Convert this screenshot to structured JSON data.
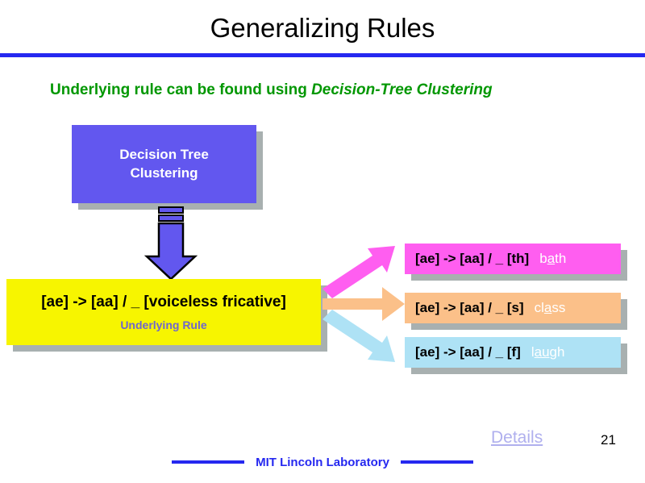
{
  "slide": {
    "title": "Generalizing Rules",
    "page_number": "21",
    "accent_color": "#2528f0"
  },
  "subtitle": {
    "lead": "Underlying rule can be found using ",
    "emphasis": "Decision-Tree Clustering",
    "color": "#009700"
  },
  "decision_tree_box": {
    "label": "Decision Tree\nClustering",
    "fill": "#6257ef",
    "text_color": "#ffffff"
  },
  "down_arrow": {
    "name": "striped-down-arrow",
    "fill": "#6257ef",
    "stroke": "#000000"
  },
  "underlying_rule_box": {
    "rule": "[ae] -> [aa] / _ [voiceless fricative]",
    "caption": "Underlying Rule",
    "fill": "#f7f500",
    "rule_color": "#000000",
    "caption_color": "#6f66cd"
  },
  "connectors": [
    {
      "name": "connector-arrow-th",
      "color": "#ff5ef0",
      "direction": "up-right"
    },
    {
      "name": "connector-arrow-s",
      "color": "#fbc089",
      "direction": "right"
    },
    {
      "name": "connector-arrow-f",
      "color": "#aee2f5",
      "direction": "down-right"
    }
  ],
  "rule_boxes": [
    {
      "rule": "[ae] -> [aa] / _ [th]",
      "word_before": "b",
      "word_stressed": "a",
      "word_after": "th",
      "fill": "#ff5ef0",
      "word_color": "#ffffff"
    },
    {
      "rule": "[ae] -> [aa] / _ [s]",
      "word_before": "cl",
      "word_stressed": "a",
      "word_after": "ss",
      "fill": "#fbc089",
      "word_color": "#ffffff"
    },
    {
      "rule": "[ae] -> [aa] / _ [f]",
      "word_before": "l",
      "word_stressed": "au",
      "word_after": "gh",
      "fill": "#aee2f5",
      "word_color": "#ffffff"
    }
  ],
  "details_link": {
    "label": "Details",
    "color": "#b0b0ee"
  },
  "footer": {
    "text": "MIT Lincoln Laboratory",
    "color": "#2528f0"
  }
}
